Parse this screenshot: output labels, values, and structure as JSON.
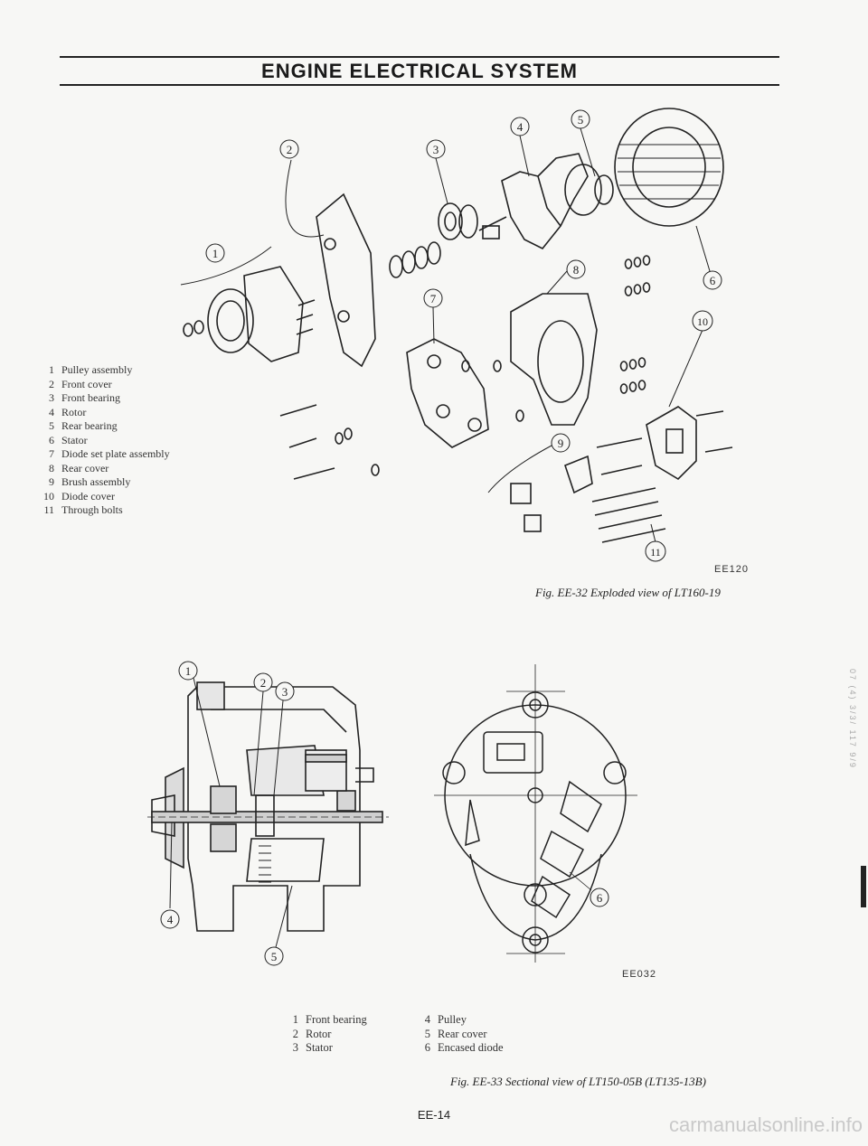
{
  "header": {
    "title": "ENGINE ELECTRICAL SYSTEM"
  },
  "figure1": {
    "code": "EE120",
    "caption": "Fig. EE-32 Exploded view of LT160-19",
    "callouts": [
      "1",
      "2",
      "3",
      "4",
      "5",
      "6",
      "7",
      "8",
      "9",
      "10",
      "11"
    ],
    "legend": [
      {
        "num": "1",
        "label": "Pulley assembly"
      },
      {
        "num": "2",
        "label": "Front cover"
      },
      {
        "num": "3",
        "label": "Front bearing"
      },
      {
        "num": "4",
        "label": "Rotor"
      },
      {
        "num": "5",
        "label": "Rear bearing"
      },
      {
        "num": "6",
        "label": "Stator"
      },
      {
        "num": "7",
        "label": "Diode set plate assembly"
      },
      {
        "num": "8",
        "label": "Rear cover"
      },
      {
        "num": "9",
        "label": "Brush assembly"
      },
      {
        "num": "10",
        "label": "Diode cover"
      },
      {
        "num": "11",
        "label": "Through bolts"
      }
    ]
  },
  "figure2": {
    "code": "EE032",
    "caption": "Fig. EE-33 Sectional view of LT150-05B (LT135-13B)",
    "callouts_section": [
      "1",
      "2",
      "3",
      "4",
      "5"
    ],
    "callouts_rear": [
      "6"
    ],
    "legend_left": [
      {
        "num": "1",
        "label": "Front bearing"
      },
      {
        "num": "2",
        "label": "Rotor"
      },
      {
        "num": "3",
        "label": "Stator"
      }
    ],
    "legend_right": [
      {
        "num": "4",
        "label": "Pulley"
      },
      {
        "num": "5",
        "label": "Rear cover"
      },
      {
        "num": "6",
        "label": "Encased diode"
      }
    ]
  },
  "page_number": "EE-14",
  "watermark": "carmanualsonline.info",
  "edge_text": "07 (4) 3/3/ 117 9/9"
}
